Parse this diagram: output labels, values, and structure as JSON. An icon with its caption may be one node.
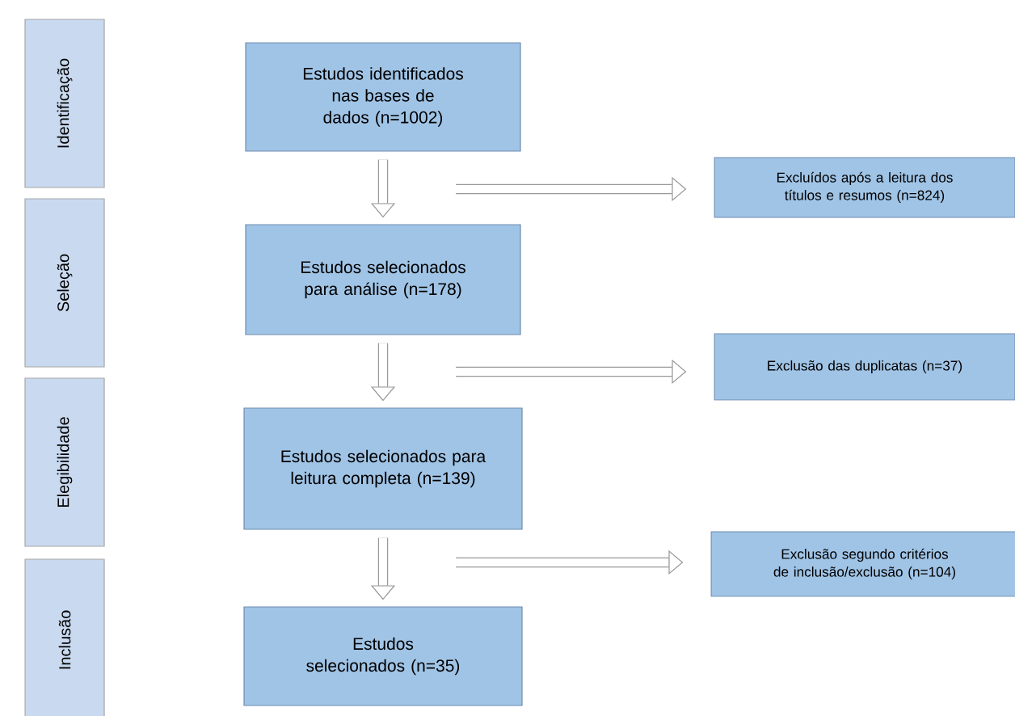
{
  "diagram": {
    "nodes": [
      {
        "text": [
          "Identificação"
        ]
      },
      {
        "text": [
          "Seleção"
        ]
      },
      {
        "text": [
          "Elegibilidade"
        ]
      },
      {
        "text": [
          "Inclusão"
        ]
      },
      {
        "text": [
          "Estudos identificados nas bases de dados (n=1002)"
        ]
      },
      {
        "text": [
          "Estudos selecionados para análise (n=178)"
        ]
      },
      {
        "text": [
          "Estudos selecionados para leitura completa (n=139)"
        ]
      },
      {
        "text": [
          "Estudos selecionados (n=35)"
        ]
      },
      {
        "text": [
          "Excluídos após a leitura dos títulos e resumos (n=824)"
        ]
      },
      {
        "text": [
          "Exclusão das duplicatas (n=37)"
        ]
      },
      {
        "text": [
          "Exclusão segundo critérios de inclusão/exclusão (n=104)"
        ]
      }
    ],
    "edges": [
      {
        "from": 4,
        "to": 5,
        "arrow": "to"
      },
      {
        "from": 5,
        "to": 6,
        "arrow": "to"
      },
      {
        "from": 6,
        "to": 7,
        "arrow": "to"
      },
      {
        "from": null,
        "to": 8,
        "arrow": "to"
      },
      {
        "from": null,
        "to": 9,
        "arrow": "to"
      },
      {
        "from": null,
        "to": 10,
        "arrow": "to"
      }
    ]
  }
}
